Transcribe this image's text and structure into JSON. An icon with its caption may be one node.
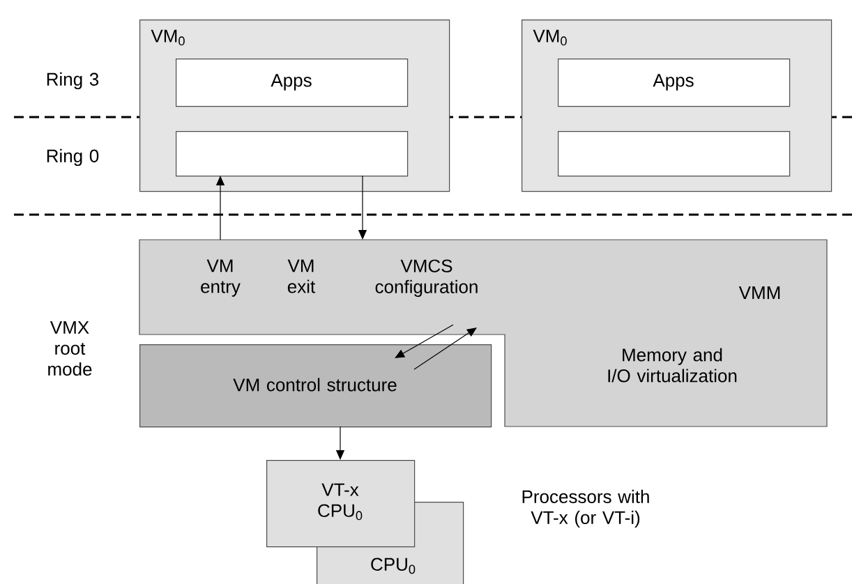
{
  "diagram": {
    "nodes": [
      {
        "text": [
          "VM$_{0}$"
        ]
      },
      {
        "text": [
          "Apps"
        ],
        "in": 0
      },
      {
        "text": [],
        "shape": "box",
        "in": 0
      },
      {
        "text": [
          "VM$_{0}$"
        ]
      },
      {
        "text": [
          "Apps"
        ],
        "in": 3
      },
      {
        "text": [],
        "shape": "box",
        "in": 3
      },
      {
        "text": [
          "VM entry",
          "VM exit",
          "VMCS configuration",
          "VMM",
          "Memory and I/O virtualization"
        ]
      },
      {
        "text": [
          "VM control structure"
        ]
      },
      {
        "text": [
          "VT-x CPU$_{0}$"
        ]
      },
      {
        "text": [
          "CPU$_{0}$"
        ]
      }
    ],
    "edges": [
      {
        "from": 6,
        "to": 2,
        "arrow": "to"
      },
      {
        "from": 2,
        "to": 6,
        "arrow": "to"
      },
      {
        "from": 6,
        "to": 7,
        "arrow": "to"
      },
      {
        "from": 7,
        "to": 6,
        "arrow": "to"
      },
      {
        "from": 7,
        "to": 8,
        "arrow": "to"
      }
    ],
    "labels": [
      "Ring 3",
      "Ring 0",
      "VMX root mode",
      "Processors with VT-x (or VT-i)"
    ]
  }
}
